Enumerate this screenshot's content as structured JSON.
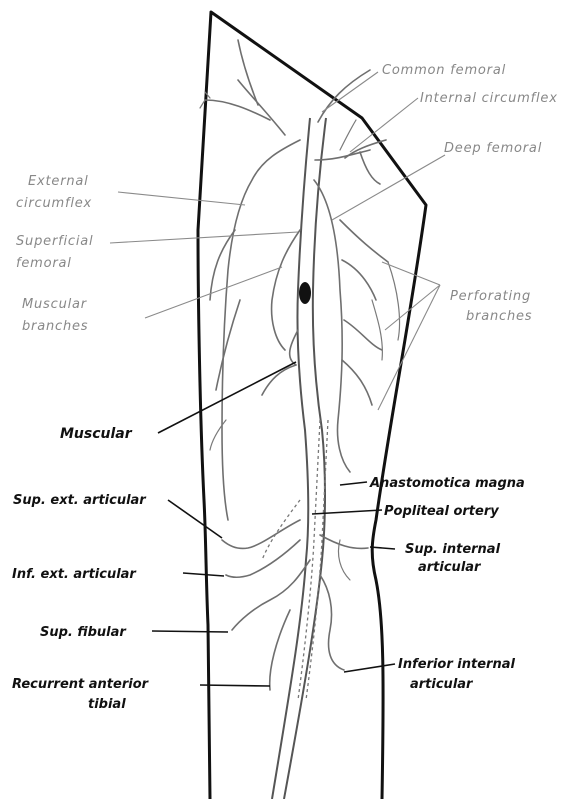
{
  "labels": {
    "common_femoral": "Common femoral",
    "internal_circumflex": "Internal circumflex",
    "deep_femoral": "Deep femoral",
    "external_circumflex_1": "External",
    "external_circumflex_2": "circumflex",
    "superficial_femoral_1": "Superficial",
    "superficial_femoral_2": "femoral",
    "muscular_branches_1": "Muscular",
    "muscular_branches_2": "branches",
    "perforating_1": "Perforating",
    "perforating_2": "branches",
    "muscular": "Muscular",
    "anastomotica_magna": "Anastomotica magna",
    "sup_ext_articular": "Sup. ext. articular",
    "popliteal_artery": "Popliteal ortery",
    "inf_ext_articular": "Inf. ext. articular",
    "sup_internal_articular_1": "Sup. internal",
    "sup_internal_articular_2": "articular",
    "sup_fibular": "Sup. fibular",
    "inferior_internal_articular_1": "Inferior internal",
    "inferior_internal_articular_2": "articular",
    "recurrent_anterior_tibial_1": "Recurrent anterior",
    "recurrent_anterior_tibial_2": "tibial"
  }
}
